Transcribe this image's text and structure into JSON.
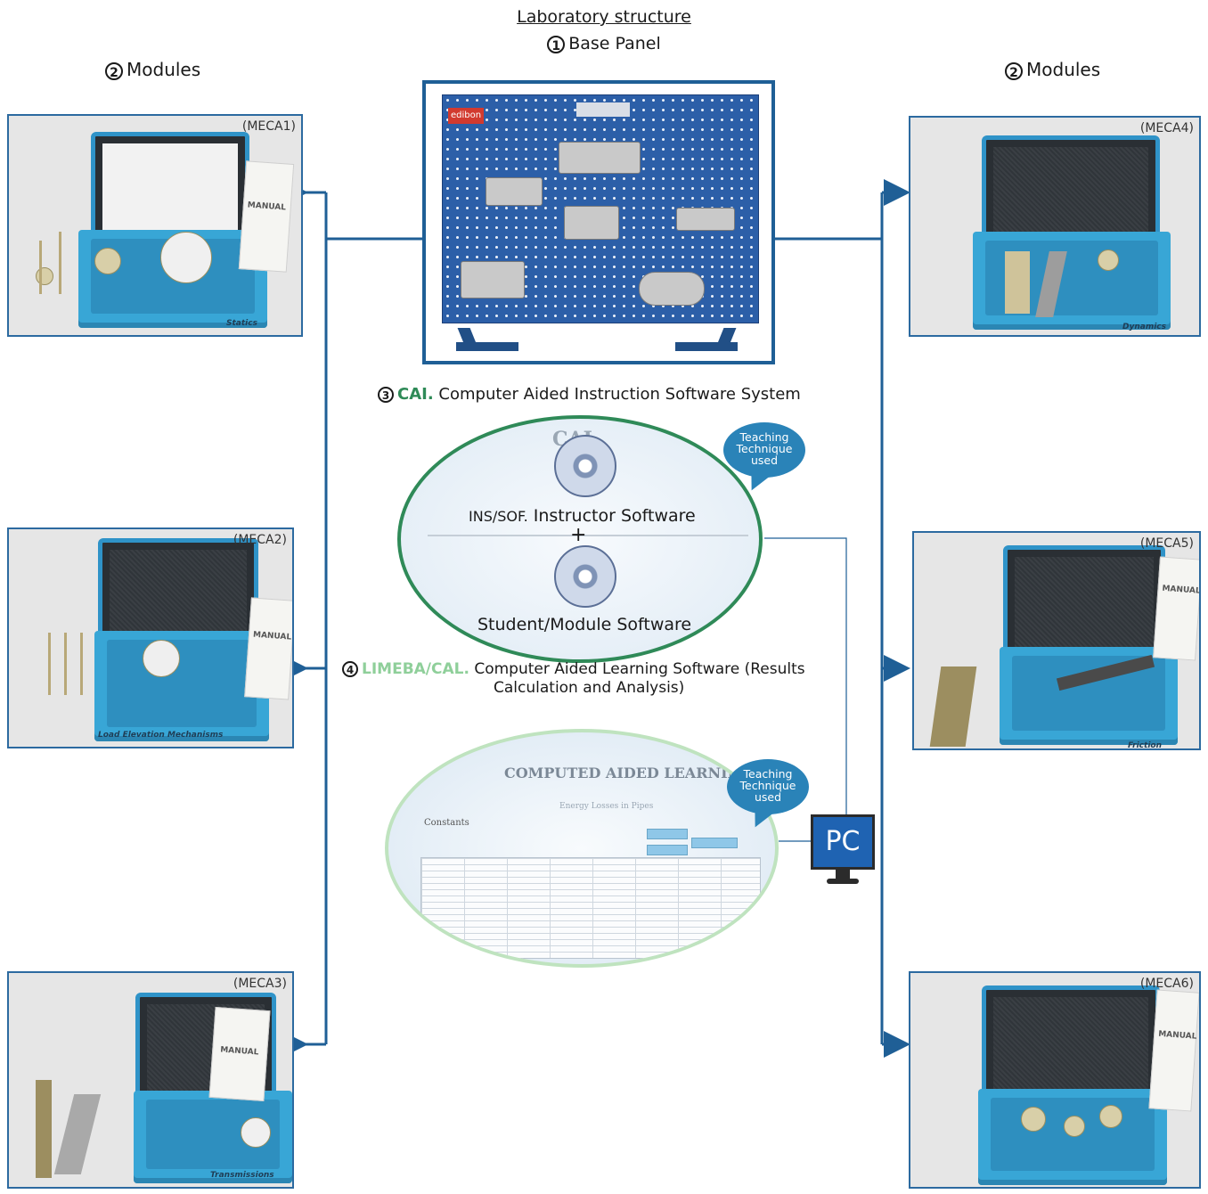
{
  "header": {
    "title": "Laboratory structure",
    "base_panel_num": "1",
    "base_panel": "Base Panel"
  },
  "modules_heading": {
    "num": "2",
    "label": "Modules"
  },
  "modules": {
    "meca1": {
      "ref": "(MECA1)",
      "case_label": "Statics"
    },
    "meca2": {
      "ref": "(MECA2)",
      "case_label": "Load Elevation Mechanisms"
    },
    "meca3": {
      "ref": "(MECA3)",
      "case_label": "Transmissions"
    },
    "meca4": {
      "ref": "(MECA4)",
      "case_label": "Dynamics"
    },
    "meca5": {
      "ref": "(MECA5)",
      "case_label": "Friction"
    },
    "meca6": {
      "ref": "(MECA6)",
      "case_label": ""
    },
    "manual_label": "MANUAL"
  },
  "panel": {
    "brand": "edibon"
  },
  "cai": {
    "num": "3",
    "abbr": "CAI.",
    "title": "Computer Aided Instruction Software System",
    "instructor_prefix": "INS/SOF.",
    "instructor_label": "Instructor Software",
    "plus": "+",
    "student_label": "Student/Module Software",
    "bg_heading": "CAI"
  },
  "limeba": {
    "num": "4",
    "abbr": "LIMEBA/CAL.",
    "title_line1": "Computer Aided Learning Software (Results",
    "title_line2": "Calculation and Analysis)",
    "bg_heading": "COMPUTED AIDED LEARNING",
    "bg_subheading": "Energy Losses in Pipes",
    "bg_constants": "Constants"
  },
  "teaching_bubble": {
    "line1": "Teaching",
    "line2": "Technique",
    "line3": "used"
  },
  "pc": {
    "label": "PC"
  },
  "colors": {
    "connector": "#1f5f96",
    "cai_green": "#2e8a57",
    "limeba_green": "#8fcf9a",
    "bubble_blue": "#2a83b8",
    "case_blue": "#38a6d6"
  }
}
